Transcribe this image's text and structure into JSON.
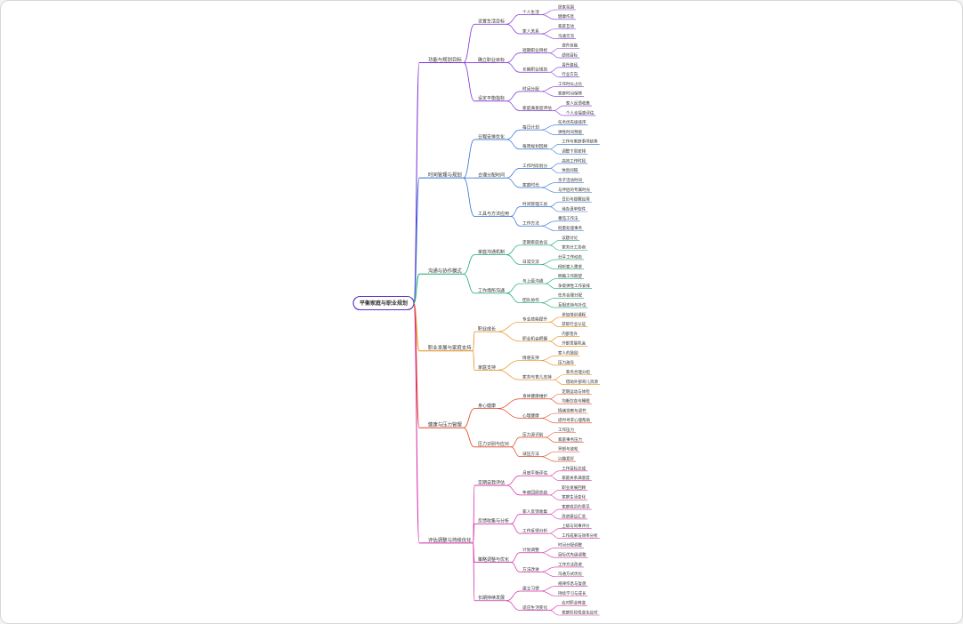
{
  "root": {
    "label": "平衡家庭与职业规划",
    "border_color": "#5b2fc7",
    "children": [
      {
        "label": "功能与规划目标",
        "color": "#7b2fd6",
        "children": [
          {
            "label": "设置生活目标",
            "children": [
              {
                "label": "个人生活",
                "children": [
                  "居家氛围",
                  "健康作息"
                ]
              },
              {
                "label": "家人关系",
                "children": [
                  "家庭互动",
                  "沟通交流"
                ]
              }
            ]
          },
          {
            "label": "确立职业目标",
            "children": [
              {
                "label": "短期职业目标",
                "children": [
                  "提升技能",
                  "绩效目标"
                ]
              },
              {
                "label": "长期职业规划",
                "children": [
                  "晋升路径",
                  "行业方向"
                ]
              }
            ]
          },
          {
            "label": "设定平衡指标",
            "children": [
              {
                "label": "时间分配",
                "children": [
                  "工作时长占比",
                  "家庭时间保障"
                ]
              },
              {
                "label": "家庭满意度评估",
                "children": [
                  "家人反馈收集",
                  "个人幸福感评估"
                ]
              }
            ]
          }
        ]
      },
      {
        "label": "时间管理与规划",
        "color": "#2f6fd6",
        "children": [
          {
            "label": "日程安排优化",
            "children": [
              {
                "label": "每日计划",
                "children": [
                  "任务优先级排序",
                  "弹性时间预留"
                ]
              },
              {
                "label": "每周规划回顾",
                "children": [
                  "工作与家庭事项统筹",
                  "调整下周安排"
                ]
              }
            ]
          },
          {
            "label": "合理分配时间",
            "children": [
              {
                "label": "工作时段划分",
                "children": [
                  "高效工作时段",
                  "休息间隔"
                ]
              },
              {
                "label": "家庭时光",
                "children": [
                  "亲子活动时间",
                  "与伴侣的专属时光"
                ]
              }
            ]
          },
          {
            "label": "工具与方法应用",
            "children": [
              {
                "label": "时间管理工具",
                "children": [
                  "日历与提醒应用",
                  "待办清单软件"
                ]
              },
              {
                "label": "工作方法",
                "children": [
                  "番茄工作法",
                  "批量处理事务"
                ]
              }
            ]
          }
        ]
      },
      {
        "label": "沟通与协作模式",
        "color": "#18a86b",
        "children": [
          {
            "label": "家庭沟通机制",
            "children": [
              {
                "label": "定期家庭会议",
                "children": [
                  "议题讨论",
                  "家务分工协商"
                ]
              },
              {
                "label": "日常交流",
                "children": [
                  "分享工作动态",
                  "倾听家人需求"
                ]
              }
            ]
          },
          {
            "label": "工作场所沟通",
            "children": [
              {
                "label": "与上级沟通",
                "children": [
                  "明确工作期望",
                  "争取弹性工作安排"
                ]
              },
              {
                "label": "团队协作",
                "children": [
                  "任务合理分配",
                  "互相支持与补位"
                ]
              }
            ]
          }
        ]
      },
      {
        "label": "职业发展与家庭支持",
        "color": "#e88a12",
        "children": [
          {
            "label": "职业成长",
            "children": [
              {
                "label": "专业技能提升",
                "children": [
                  "参加培训课程",
                  "获取行业认证"
                ]
              },
              {
                "label": "职业机会把握",
                "children": [
                  "内部晋升",
                  "外部发展机会"
                ]
              }
            ]
          },
          {
            "label": "家庭支持",
            "children": [
              {
                "label": "情感支持",
                "children": [
                  "家人的鼓励",
                  "压力疏导"
                ]
              },
              {
                "label": "家务与育儿支持",
                "children": [
                  "家务合理分担",
                  "借助外部育儿资源"
                ]
              }
            ]
          }
        ]
      },
      {
        "label": "健康与压力管理",
        "color": "#e2431a",
        "children": [
          {
            "label": "身心健康",
            "children": [
              {
                "label": "身体健康维护",
                "children": [
                  "定期运动与体检",
                  "均衡饮食与睡眠"
                ]
              },
              {
                "label": "心理健康",
                "children": [
                  "情绪觉察与调节",
                  "适时寻求心理帮助"
                ]
              }
            ]
          },
          {
            "label": "压力识别与应对",
            "children": [
              {
                "label": "压力源识别",
                "children": [
                  "工作压力",
                  "家庭事务压力"
                ]
              },
              {
                "label": "减压方法",
                "children": [
                  "冥想与放松",
                  "兴趣爱好"
                ]
              }
            ]
          }
        ]
      },
      {
        "label": "评估调整与持续优化",
        "color": "#d42aa8",
        "children": [
          {
            "label": "定期自我评估",
            "children": [
              {
                "label": "月度平衡评估",
                "children": [
                  "工作目标达成",
                  "家庭关系满意度"
                ]
              },
              {
                "label": "年度回顾总结",
                "children": [
                  "职业发展回顾",
                  "家庭生活变化"
                ]
              }
            ]
          },
          {
            "label": "反馈收集与分析",
            "children": [
              {
                "label": "家人反馈收集",
                "children": [
                  "家庭成员的意见",
                  "改进建议汇总"
                ]
              },
              {
                "label": "工作反馈分析",
                "children": [
                  "上级与同事评价",
                  "工作成果与效率分析"
                ]
              }
            ]
          },
          {
            "label": "策略调整与优化",
            "children": [
              {
                "label": "计划调整",
                "children": [
                  "时间分配调整",
                  "目标优先级调整"
                ]
              },
              {
                "label": "方法改进",
                "children": [
                  "工作方法改进",
                  "沟通方式优化"
                ]
              }
            ]
          },
          {
            "label": "长期持续发展",
            "children": [
              {
                "label": "建立习惯",
                "children": [
                  "规律作息与复盘",
                  "持续学习与成长"
                ]
              },
              {
                "label": "适应生活变化",
                "children": [
                  "应对职业转变",
                  "家庭阶段性变化应对"
                ]
              }
            ]
          }
        ]
      }
    ]
  }
}
